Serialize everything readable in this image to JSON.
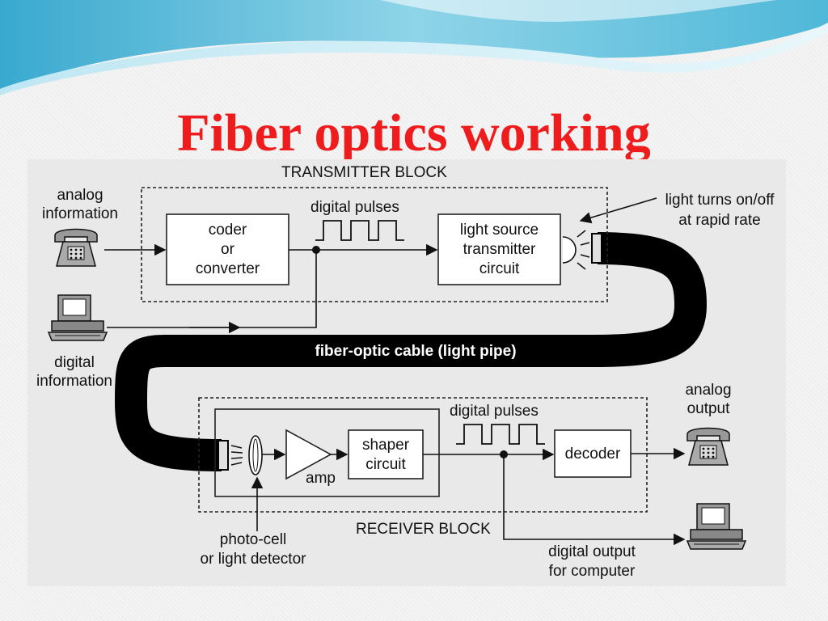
{
  "slide": {
    "title": "Fiber optics working",
    "accent_color": "#ee1c1c",
    "wave_color": "#4fb8d8"
  },
  "diagram": {
    "transmitter_block": "TRANSMITTER BLOCK",
    "receiver_block": "RECEIVER BLOCK",
    "analog_information": "analog\ninformation",
    "digital_information": "digital\ninformation",
    "coder": "coder\nor\nconverter",
    "digital_pulses_top": "digital pulses",
    "light_source": "light source\ntransmitter\ncircuit",
    "light_note": "light turns on/off\nat rapid rate",
    "cable": "fiber-optic cable (light pipe)",
    "digital_pulses_bottom": "digital pulses",
    "shaper": "shaper\ncircuit",
    "amp": "amp",
    "decoder": "decoder",
    "analog_output": "analog\noutput",
    "photo_cell": "photo-cell\nor light detector",
    "digital_output": "digital output\nfor computer",
    "icons": [
      "telephone-icon",
      "computer-icon",
      "light-bulb-icon",
      "lens-icon"
    ]
  }
}
